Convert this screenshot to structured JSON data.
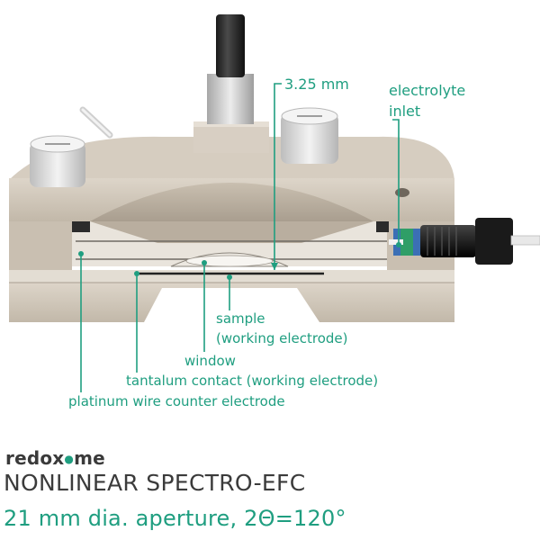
{
  "labels": {
    "dimension": "3.25 mm",
    "inlet_line1": "electrolyte",
    "inlet_line2": "inlet",
    "sample_line1": "sample",
    "sample_line2": "(working electrode)",
    "window": "window",
    "tantalum": "tantalum contact (working electrode)",
    "platinum": "platinum wire counter electrode"
  },
  "brand": {
    "name_before": "redox",
    "name_mid": "●",
    "name_after": "me"
  },
  "footer": {
    "title": "NONLINEAR SPECTRO-EFC",
    "subtitle": "21 mm dia. aperture, 2Θ=120°"
  },
  "colors": {
    "accent": "#1f9e80",
    "body": "#cfc6b8",
    "text_dark": "#3b3b3b"
  }
}
